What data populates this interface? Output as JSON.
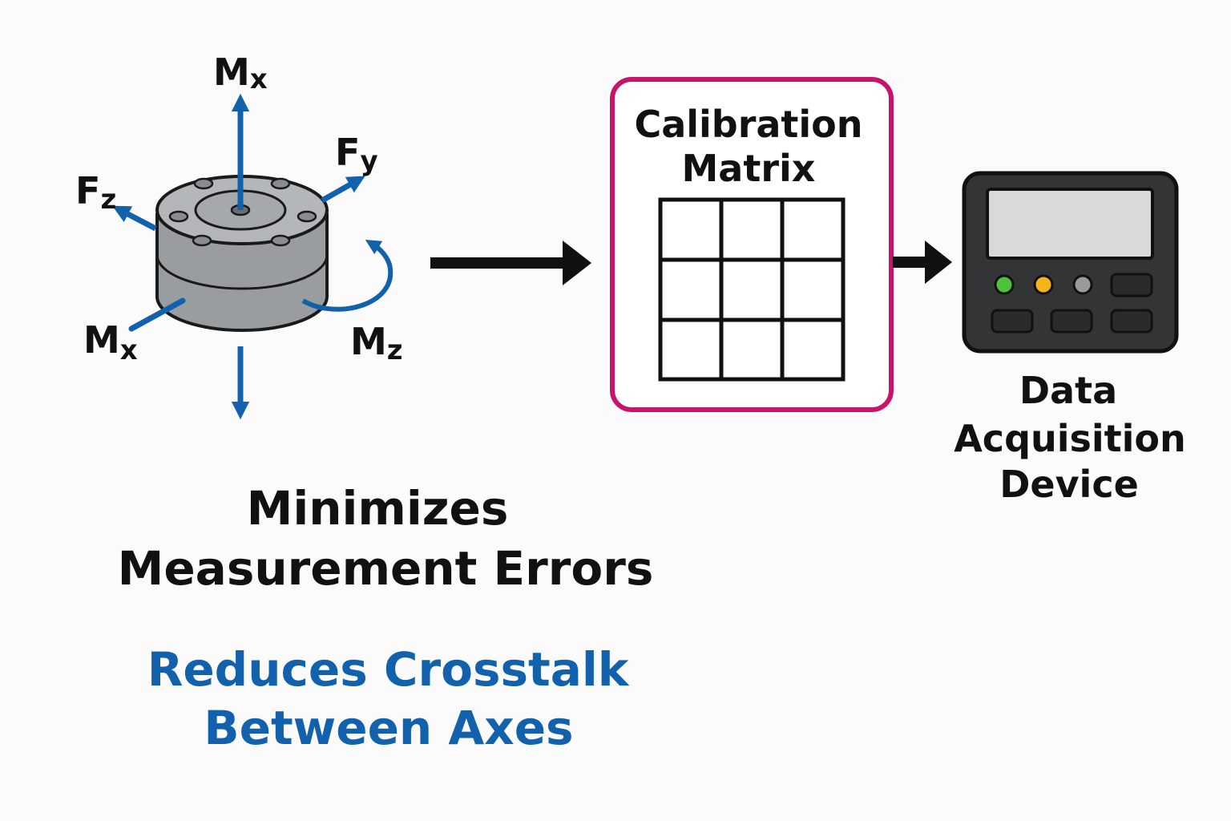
{
  "sensor": {
    "axis_labels": {
      "top_main": "M",
      "top_sub": "x",
      "upper_right_main": "F",
      "upper_right_sub": "y",
      "upper_left_main": "F",
      "upper_left_sub": "z",
      "lower_left_main": "M",
      "lower_left_sub": "x",
      "lower_right_main": "M",
      "lower_right_sub": "z"
    }
  },
  "calibration": {
    "title_line1": "Calibration",
    "title_line2": "Matrix",
    "border_color": "#c8136b"
  },
  "device": {
    "label_line1": "Data",
    "label_line2": "Acquisition",
    "label_line3": "Device",
    "led_colors": [
      "#4cc33a",
      "#f5b41a",
      "#9a9a9a"
    ]
  },
  "benefits": {
    "line1": "Minimizes",
    "line2": "Measurement Errors",
    "line3": "Reduces Crosstalk",
    "line4": "Between Axes",
    "accent_color": "#1261ad"
  },
  "colors": {
    "arrow_blue": "#1261ad",
    "flow_arrow": "#111111"
  }
}
